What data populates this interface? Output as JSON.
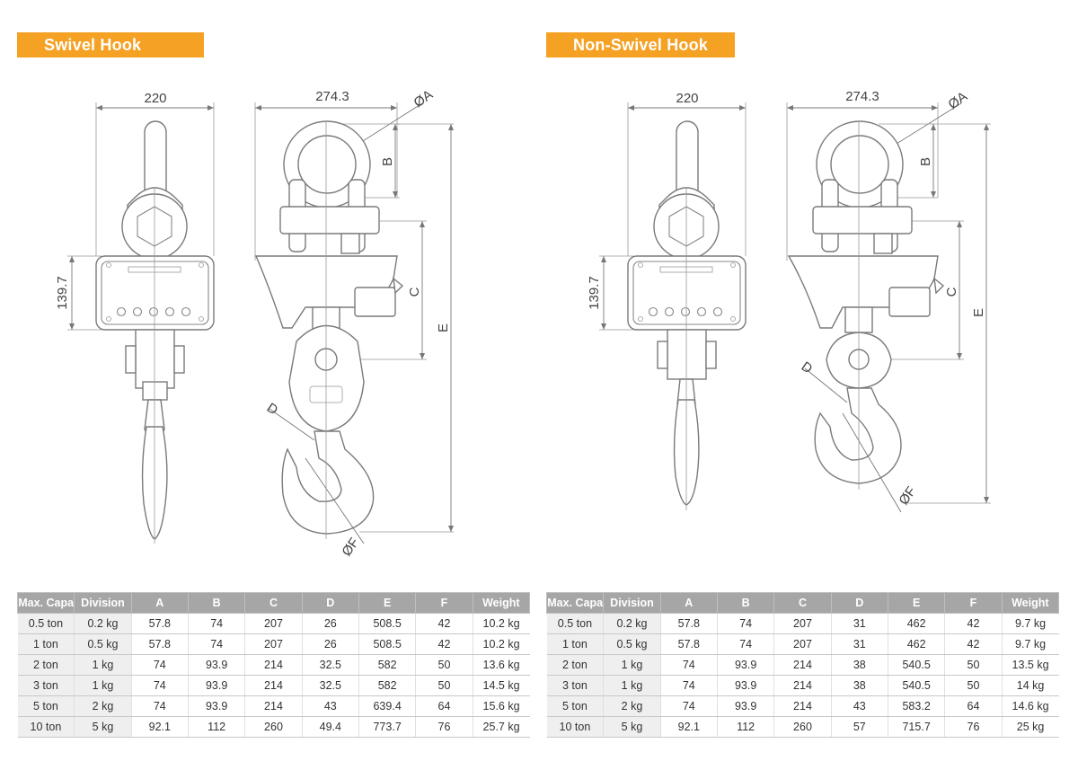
{
  "sections": [
    {
      "title": "Swivel Hook Type",
      "dims": {
        "front_width": "220",
        "front_height": "139.7",
        "side_width": "274.3",
        "phi_a": "ØA",
        "b": "B",
        "c": "C",
        "d": "D",
        "e": "E",
        "phi_f": "ØF"
      },
      "columns": [
        "Max. Capa",
        "Division",
        "A",
        "B",
        "C",
        "D",
        "E",
        "F",
        "Weight"
      ],
      "rows": [
        [
          "0.5 ton",
          "0.2 kg",
          "57.8",
          "74",
          "207",
          "26",
          "508.5",
          "42",
          "10.2 kg"
        ],
        [
          "1 ton",
          "0.5 kg",
          "57.8",
          "74",
          "207",
          "26",
          "508.5",
          "42",
          "10.2 kg"
        ],
        [
          "2 ton",
          "1 kg",
          "74",
          "93.9",
          "214",
          "32.5",
          "582",
          "50",
          "13.6 kg"
        ],
        [
          "3 ton",
          "1 kg",
          "74",
          "93.9",
          "214",
          "32.5",
          "582",
          "50",
          "14.5 kg"
        ],
        [
          "5 ton",
          "2 kg",
          "74",
          "93.9",
          "214",
          "43",
          "639.4",
          "64",
          "15.6 kg"
        ],
        [
          "10 ton",
          "5 kg",
          "92.1",
          "112",
          "260",
          "49.4",
          "773.7",
          "76",
          "25.7 kg"
        ]
      ]
    },
    {
      "title": "Non-Swivel Hook Type",
      "dims": {
        "front_width": "220",
        "front_height": "139.7",
        "side_width": "274.3",
        "phi_a": "ØA",
        "b": "B",
        "c": "C",
        "d": "D",
        "e": "E",
        "phi_f": "ØF"
      },
      "columns": [
        "Max. Capa",
        "Division",
        "A",
        "B",
        "C",
        "D",
        "E",
        "F",
        "Weight"
      ],
      "rows": [
        [
          "0.5 ton",
          "0.2 kg",
          "57.8",
          "74",
          "207",
          "31",
          "462",
          "42",
          "9.7 kg"
        ],
        [
          "1 ton",
          "0.5 kg",
          "57.8",
          "74",
          "207",
          "31",
          "462",
          "42",
          "9.7 kg"
        ],
        [
          "2 ton",
          "1 kg",
          "74",
          "93.9",
          "214",
          "38",
          "540.5",
          "50",
          "13.5 kg"
        ],
        [
          "3 ton",
          "1 kg",
          "74",
          "93.9",
          "214",
          "38",
          "540.5",
          "50",
          "14 kg"
        ],
        [
          "5 ton",
          "2 kg",
          "74",
          "93.9",
          "214",
          "43",
          "583.2",
          "64",
          "14.6 kg"
        ],
        [
          "10 ton",
          "5 kg",
          "92.1",
          "112",
          "260",
          "57",
          "715.7",
          "76",
          "25 kg"
        ]
      ]
    }
  ]
}
